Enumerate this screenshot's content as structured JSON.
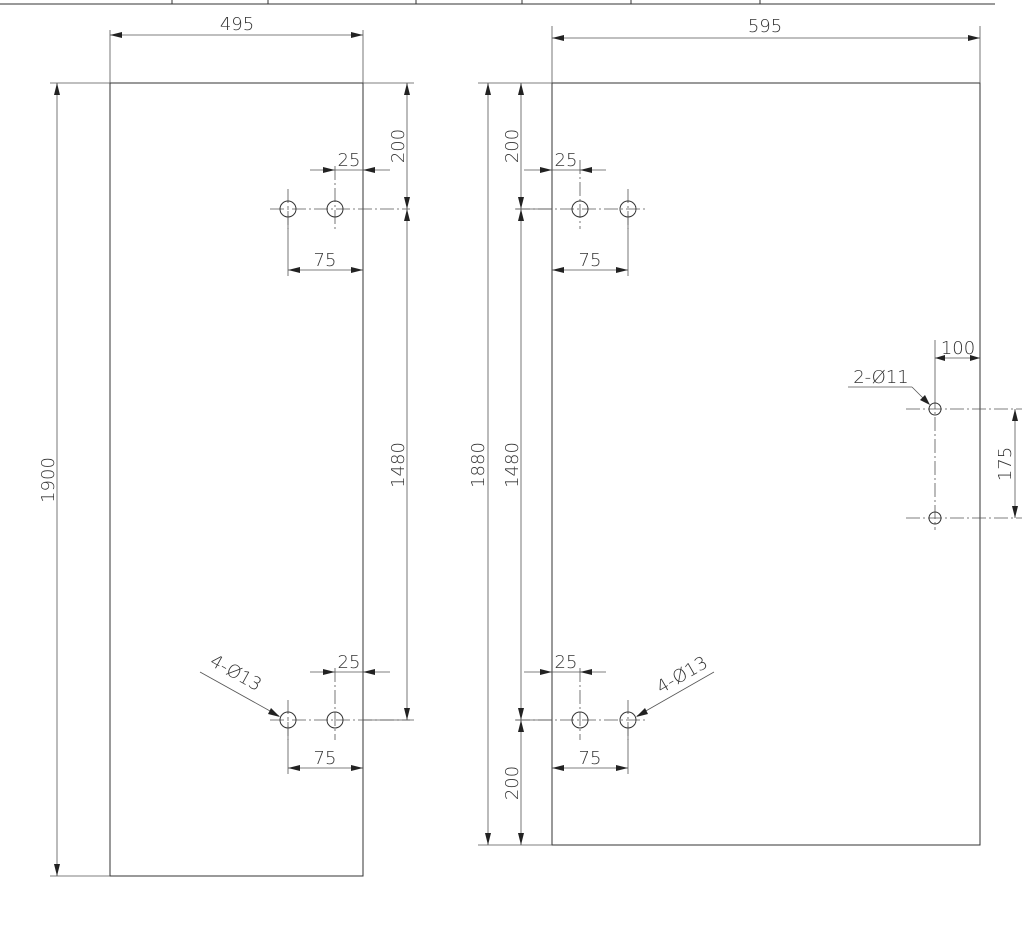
{
  "drawing": {
    "left_panel": {
      "width": "495",
      "height": "1900",
      "top_offset": "200",
      "hole_spacing": "1480",
      "top_hole_offset": "25",
      "top_hole_spacing": "75",
      "bottom_hole_offset": "25",
      "bottom_hole_spacing": "75",
      "hole_callout": "4-Ø13"
    },
    "right_panel": {
      "width": "595",
      "height": "1880",
      "top_offset": "200",
      "hole_spacing": "1480",
      "bottom_offset": "200",
      "top_hole_offset": "25",
      "top_hole_spacing": "75",
      "bottom_hole_offset": "25",
      "bottom_hole_spacing": "75",
      "hole_callout": "4-Ø13",
      "side_hole_edge_offset": "100",
      "side_hole_callout": "2-Ø11",
      "side_hole_spacing": "175"
    }
  }
}
